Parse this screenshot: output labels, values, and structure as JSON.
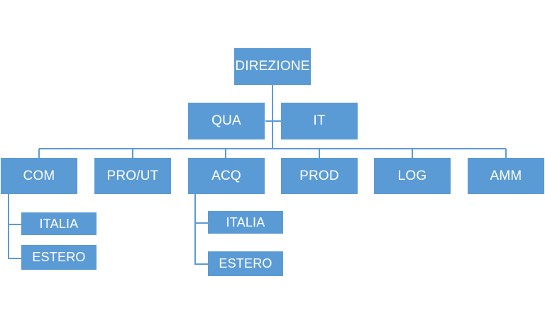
{
  "org_chart": {
    "root": "DIREZIONE",
    "staff": [
      "QUA",
      "IT"
    ],
    "departments": [
      "COM",
      "PRO/UT",
      "ACQ",
      "PROD",
      "LOG",
      "AMM"
    ],
    "com_children": [
      "ITALIA",
      "ESTERO"
    ],
    "acq_children": [
      "ITALIA",
      "ESTERO"
    ]
  },
  "colors": {
    "box_fill": "#5b9bd5",
    "connector": "#5b9bd5",
    "text": "#ffffff"
  }
}
